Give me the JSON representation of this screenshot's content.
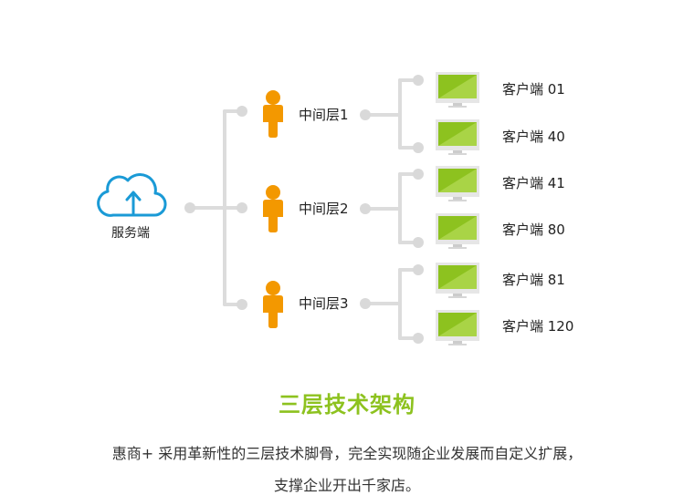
{
  "server": {
    "label": "服务端",
    "icon": "cloud-upload-icon"
  },
  "middle_tiers": [
    {
      "label": "中间层1",
      "icon": "person-icon"
    },
    {
      "label": "中间层2",
      "icon": "person-icon"
    },
    {
      "label": "中间层3",
      "icon": "person-icon"
    }
  ],
  "clients": [
    {
      "label": "客户端 01",
      "icon": "monitor-icon"
    },
    {
      "label": "客户端 40",
      "icon": "monitor-icon"
    },
    {
      "label": "客户端 41",
      "icon": "monitor-icon"
    },
    {
      "label": "客户端 80",
      "icon": "monitor-icon"
    },
    {
      "label": "客户端 81",
      "icon": "monitor-icon"
    },
    {
      "label": "客户端 120",
      "icon": "monitor-icon"
    }
  ],
  "title": "三层技术架构",
  "description_lines": [
    "惠商+ 采用革新性的三层技术脚骨，完全实现随企业发展而自定义扩展，",
    "支撑企业开出千家店。"
  ],
  "colors": {
    "cloud": "#1a9ad6",
    "person": "#f39800",
    "monitor": "#8dc21f",
    "connector": "#d9d9d9",
    "title": "#8dc21f"
  }
}
